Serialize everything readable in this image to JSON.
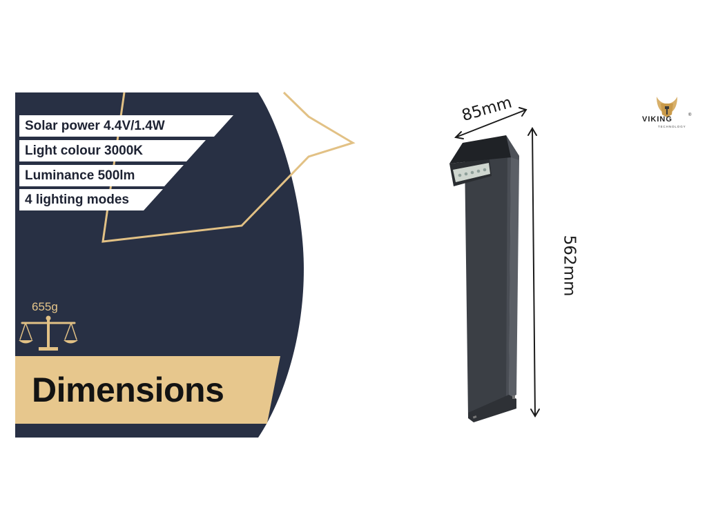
{
  "features": [
    "Solar power 4.4V/1.4W",
    "Light colour 3000K",
    "Luminance 500lm",
    "4 lighting modes"
  ],
  "weight": "655g",
  "heading": "Dimensions",
  "dimensions": {
    "width": "85mm",
    "height": "562mm"
  },
  "brand": {
    "name": "VIKING",
    "subtitle": "TECHNOLOGY",
    "registered": "®"
  },
  "colors": {
    "panel": "#283044",
    "gold": "#e7c78d",
    "tag_text": "#1d2232",
    "product": "#3a3e44"
  },
  "icons": [
    "balance-scale-icon",
    "viking-helmet-logo"
  ]
}
